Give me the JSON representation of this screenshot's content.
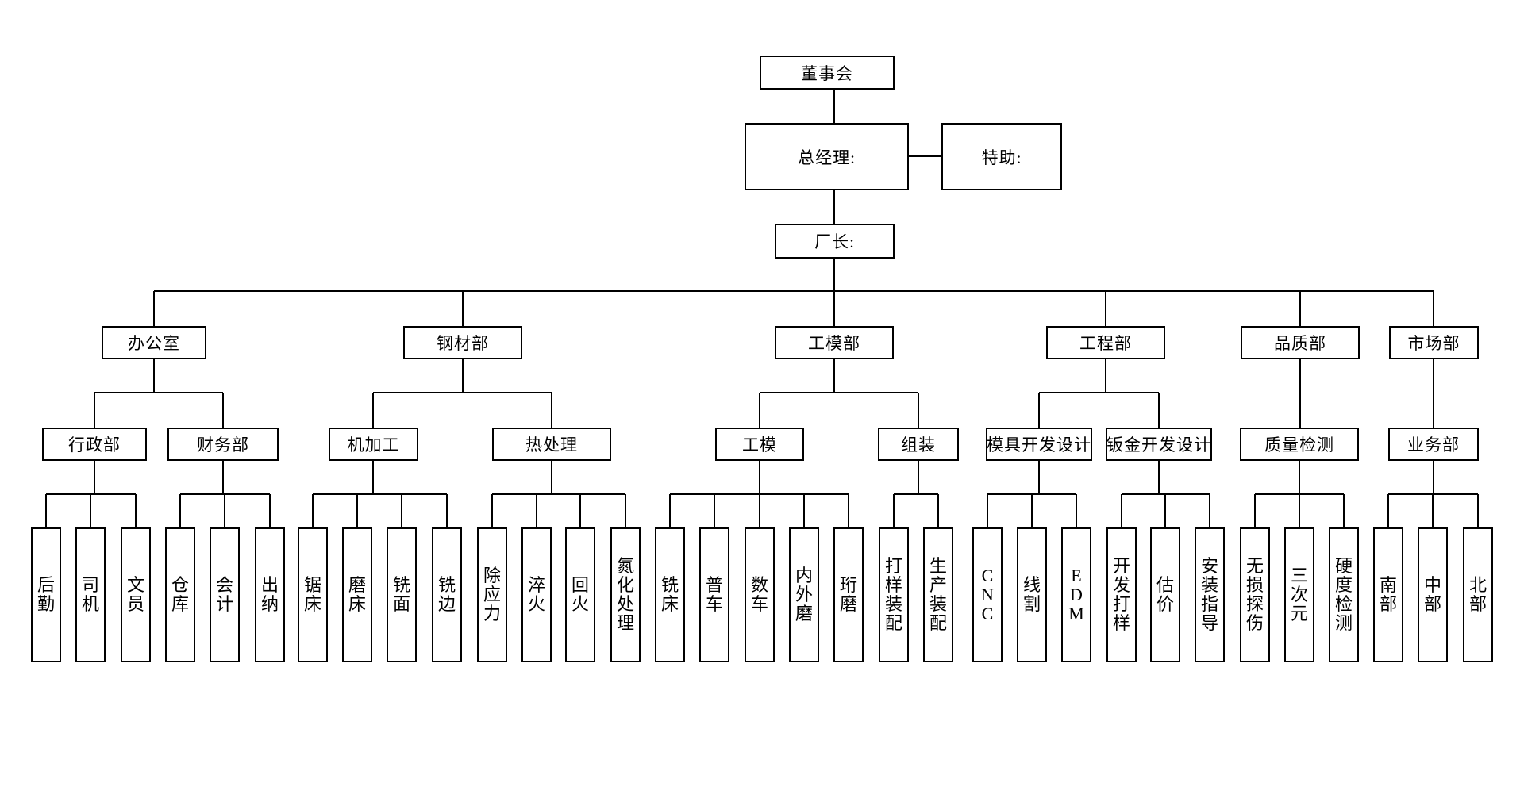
{
  "colors": {
    "line": "#000000",
    "background": "#ffffff",
    "box_fill": "#ffffff"
  },
  "org": {
    "root": {
      "id": "board-of-directors",
      "label": "董事会"
    },
    "general_manager": {
      "id": "general-manager",
      "label": "总经理:"
    },
    "special_assistant": {
      "id": "special-assistant",
      "label": "特助:"
    },
    "factory_director": {
      "id": "factory-director",
      "label": "厂长:"
    },
    "departments": [
      {
        "id": "office",
        "label": "办公室",
        "children": [
          {
            "id": "admin-dept",
            "label": "行政部",
            "children": [
              {
                "id": "logistics",
                "label": "后勤"
              },
              {
                "id": "driver",
                "label": "司机"
              },
              {
                "id": "clerk",
                "label": "文员"
              }
            ]
          },
          {
            "id": "finance-dept",
            "label": "财务部",
            "children": [
              {
                "id": "warehouse",
                "label": "仓库"
              },
              {
                "id": "accounting",
                "label": "会计"
              },
              {
                "id": "cashier",
                "label": "出纳"
              }
            ]
          }
        ]
      },
      {
        "id": "steel-dept",
        "label": "钢材部",
        "children": [
          {
            "id": "machining",
            "label": "机加工",
            "children": [
              {
                "id": "saw-machine",
                "label": "锯床"
              },
              {
                "id": "grinding-machine",
                "label": "磨床"
              },
              {
                "id": "milling-face",
                "label": "铣面"
              },
              {
                "id": "milling-edge",
                "label": "铣边"
              }
            ]
          },
          {
            "id": "heat-treatment",
            "label": "热处理",
            "children": [
              {
                "id": "stress-relief",
                "label": "除应力"
              },
              {
                "id": "quenching",
                "label": "淬火"
              },
              {
                "id": "tempering",
                "label": "回火"
              },
              {
                "id": "nitriding",
                "label": "氮化处理"
              }
            ]
          }
        ]
      },
      {
        "id": "tooling-dept",
        "label": "工模部",
        "children": [
          {
            "id": "tooling",
            "label": "工模",
            "children": [
              {
                "id": "milling-machine",
                "label": "铣床"
              },
              {
                "id": "lathe",
                "label": "普车"
              },
              {
                "id": "cnc-lathe",
                "label": "数车"
              },
              {
                "id": "id-od-grinding",
                "label": "内外磨"
              },
              {
                "id": "honing",
                "label": "珩磨"
              }
            ]
          },
          {
            "id": "assembly",
            "label": "组装",
            "children": [
              {
                "id": "sample-assembly",
                "label": "打样装配"
              },
              {
                "id": "production-assembly",
                "label": "生产装配"
              }
            ]
          }
        ]
      },
      {
        "id": "engineering-dept",
        "label": "工程部",
        "children": [
          {
            "id": "mold-dev-design",
            "label": "模具开发设计",
            "children": [
              {
                "id": "cnc",
                "label": "CNC"
              },
              {
                "id": "wire-cutting",
                "label": "线割"
              },
              {
                "id": "edm",
                "label": "EDM"
              }
            ]
          },
          {
            "id": "sheetmetal-dev-design",
            "label": "钣金开发设计",
            "children": [
              {
                "id": "dev-sampling",
                "label": "开发打样"
              },
              {
                "id": "estimation",
                "label": "估价"
              },
              {
                "id": "install-guidance",
                "label": "安装指导"
              }
            ]
          }
        ]
      },
      {
        "id": "quality-dept",
        "label": "品质部",
        "children": [
          {
            "id": "quality-inspection",
            "label": "质量检测",
            "children": [
              {
                "id": "ndt",
                "label": "无损探伤"
              },
              {
                "id": "cmm",
                "label": "三次元"
              },
              {
                "id": "hardness-testing",
                "label": "硬度检测"
              }
            ]
          }
        ]
      },
      {
        "id": "market-dept",
        "label": "市场部",
        "children": [
          {
            "id": "sales-dept",
            "label": "业务部",
            "children": [
              {
                "id": "south-region",
                "label": "南部"
              },
              {
                "id": "central-region",
                "label": "中部"
              },
              {
                "id": "north-region",
                "label": "北部"
              }
            ]
          }
        ]
      }
    ]
  }
}
